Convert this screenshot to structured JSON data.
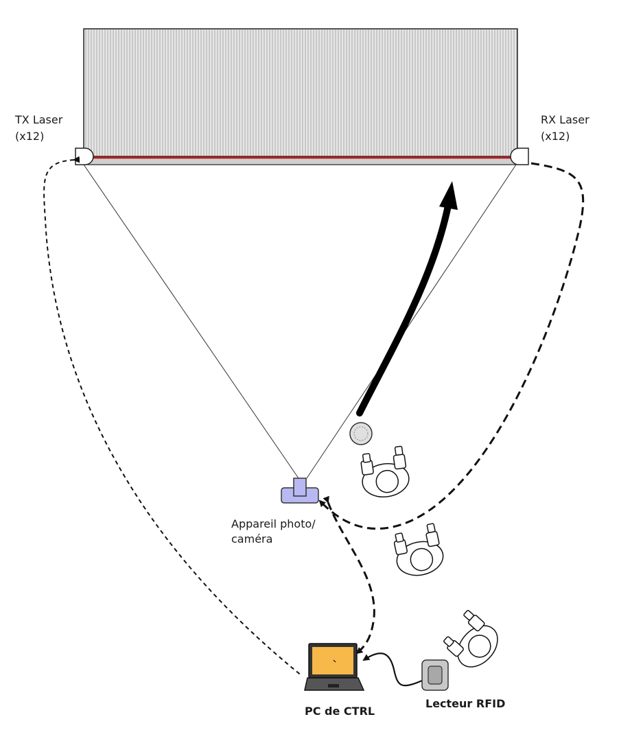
{
  "labels": {
    "tx_line1": "TX Laser",
    "tx_line2": "(x12)",
    "rx_line1": "RX Laser",
    "rx_line2": "(x12)",
    "camera_line1": "Appareil photo/",
    "camera_line2": "caméra",
    "pc": "PC de CTRL",
    "rfid": "Lecteur RFID"
  },
  "colors": {
    "laser_beam": "#cc1111",
    "camera_body": "#b8b8f2",
    "laptop_screen": "#f6b94a",
    "screen_panel": "#d6d6d6",
    "line": "#111111"
  },
  "icons": {
    "tx": "laser-emitter-icon",
    "rx": "laser-receiver-icon",
    "camera": "camera-icon",
    "laptop": "laptop-icon",
    "rfid": "rfid-reader-icon",
    "ball": "ball-icon",
    "person": "person-topview-icon",
    "arrow": "trajectory-arrow-icon"
  }
}
